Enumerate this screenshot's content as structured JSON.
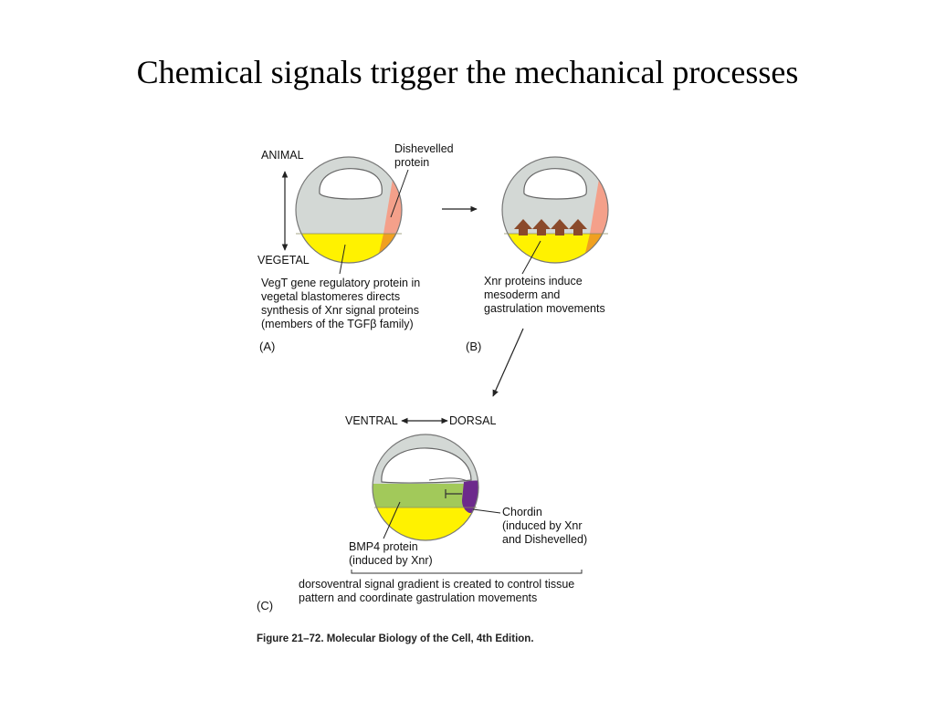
{
  "slide": {
    "title": "Chemical signals trigger the mechanical processes"
  },
  "figure": {
    "panel_a": {
      "label": "(A)",
      "animal": "ANIMAL",
      "vegetal": "VEGETAL",
      "dishevelled": [
        "Dishevelled",
        "protein"
      ],
      "vegt_text": [
        "VegT gene regulatory protein in",
        "vegetal blastomeres directs",
        "synthesis of Xnr signal proteins",
        "(members of the TGFβ family)"
      ]
    },
    "panel_b": {
      "label": "(B)",
      "xnr_text": [
        "Xnr proteins induce",
        "mesoderm and",
        "gastrulation movements"
      ]
    },
    "panel_c": {
      "label": "(C)",
      "ventral": "VENTRAL",
      "dorsal": "DORSAL",
      "chordin": [
        "Chordin",
        "(induced by Xnr",
        "and Dishevelled)"
      ],
      "bmp4": [
        "BMP4 protein",
        "(induced by Xnr)"
      ],
      "gradient_text": [
        "dorsoventral signal gradient is created to control tissue",
        "pattern and coordinate gastrulation movements"
      ]
    },
    "caption": "Figure 21–72. Molecular Biology of the Cell, 4th Edition.",
    "colors": {
      "cell_gray": "#d3d8d5",
      "yolk_yellow": "#fff200",
      "dishevelled_salmon": "#f4a08a",
      "overlap_orange": "#f0a020",
      "mesoderm_green": "#a2c95a",
      "chordin_purple": "#6d2a8c",
      "arrow_brown": "#8b4a2b"
    }
  }
}
